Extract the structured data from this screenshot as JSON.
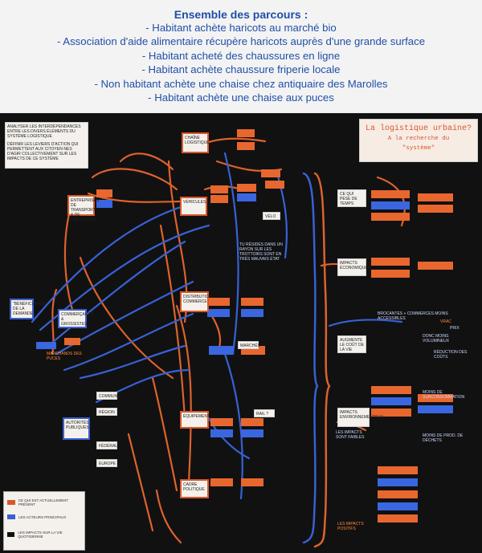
{
  "header": {
    "title": "Ensemble des parcours :",
    "lines": [
      "- Habitant achète haricots au marché bio",
      "- Association d'aide alimentaire récupère haricots auprès d'une grande surface",
      "- Habitant acheté des chaussures en ligne",
      "- Habitant achète chaussure friperie locale",
      "- Non habitant achète une chaise chez antiquaire des Marolles",
      "- Habitant achète une chaise aux puces"
    ]
  },
  "board": {
    "title": "La logistique urbaine?",
    "subtitle_line1": "A la recherche du",
    "subtitle_line2": "\"système\"",
    "instructions": [
      "ANALYSER LES INTERDÉPENDANCES ENTRE LES DIVERS ÉLÉMENTS DU SYSTÈME LOGISTIQUE",
      "DÉFINIR LES LEVIERS D'ACTION QUI PERMETTENT AUX CITOYEN·NES D'AGIR COLLECTIVEMENT SUR LES IMPACTS DE CE SYSTÈME"
    ],
    "cards": {
      "entreprises": "ENTREPRISES DE TRANSPORT & DE LOGISTIQUE",
      "vehicules": "VÉHICULES",
      "distribution": "DISTRIBUTION COMMERCE",
      "equipement": "ÉQUIPEMENT",
      "cadre": "CADRE POLITIQUE",
      "beneficiaires": "\"BÉNÉFICIAIRES\" DE LA DEMANDE",
      "commercants": "COMMERÇANTS & GROSSISTES",
      "autorites": "AUTORITÉS PUBLIQUES",
      "chaine": "CHAÎNE LOGISTIQUE",
      "ce_qui_pese": "CE QUI PÈSE DE TEMPS",
      "impacts_eco": "IMPACTS ÉCONOMIQUES",
      "impacts_env": "IMPACTS ENVIRONNEMENTAUX",
      "qualite": "AUGMENTE LE COÛT DE LA VIE",
      "commune": "COMMUNE",
      "region": "RÉGION",
      "federal": "FÉDÉRAL",
      "europe": "EUROPE",
      "marche": "MARCHÉS",
      "velo": "VÉLO",
      "rail": "RAIL ?"
    },
    "notes": {
      "tous_trottoirs": "TU RÉSIDES DANS UN RAYON SUR LES TROTTOIRS SONT EN TRÈS MAUVAIS ÉTAT",
      "marchands": "MARCHANDS DES PUCES",
      "brocantes": "BROCANTES + COMMERCES MOINS ACCESSIBLES",
      "vrac": "VRAC",
      "prix": "PRIX",
      "moins_volumineux": "DONC MOINS VOLUMINEUX",
      "reduction": "RÉDUCTION DES COÛTS",
      "surconso": "MOINS DE SURCONSOMMATION",
      "dechets": "MOINS DE PROD. DE DÉCHETS",
      "impacts_faibles": "LES IMPACTS SONT FAIBLES",
      "impacts_positifs": "LES IMPACTS POSITIFS"
    }
  },
  "legend": {
    "items": [
      {
        "label": "CE QUI EST ACTUELLEMENT PRÉSENT",
        "color": "#d9572b"
      },
      {
        "label": "LES ACTEURS PRINCIPAUX",
        "color": "#3a5fd1"
      },
      {
        "label": "LES IMPACTS SUR LA VIE QUOTIDIENNE",
        "color": "#111111"
      }
    ]
  },
  "colors": {
    "header_blue": "#1f4fa8",
    "orange": "#e8672f",
    "blue": "#3a66e0",
    "board": "#111111"
  }
}
